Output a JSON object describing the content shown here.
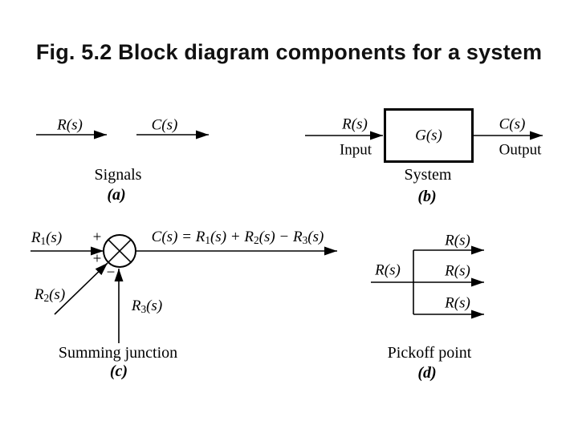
{
  "title": "Fig. 5.2 Block diagram components for a system",
  "colors": {
    "background": "#ffffff",
    "ink": "#000000"
  },
  "panel_a": {
    "r_label": "R(s)",
    "c_label": "C(s)",
    "caption": "Signals",
    "tag": "(a)"
  },
  "panel_b": {
    "r_label": "R(s)",
    "input_label": "Input",
    "block_label": "G(s)",
    "c_label": "C(s)",
    "output_label": "Output",
    "caption": "System",
    "tag": "(b)"
  },
  "panel_c": {
    "r1": {
      "base": "R",
      "sub": "1",
      "arg": "(s)"
    },
    "r2": {
      "base": "R",
      "sub": "2",
      "arg": "(s)"
    },
    "r3": {
      "base": "R",
      "sub": "3",
      "arg": "(s)"
    },
    "plus_top": "+",
    "plus_bottom": "+",
    "minus": "−",
    "equation": {
      "p0": "C(s) = R",
      "s1": "1",
      "p1": "(s) + R",
      "s2": "2",
      "p2": "(s) − R",
      "s3": "3",
      "p3": "(s)"
    },
    "caption": "Summing junction",
    "tag": "(c)"
  },
  "panel_d": {
    "input_label": "R(s)",
    "branch_labels": [
      "R(s)",
      "R(s)",
      "R(s)"
    ],
    "caption": "Pickoff point",
    "tag": "(d)"
  }
}
